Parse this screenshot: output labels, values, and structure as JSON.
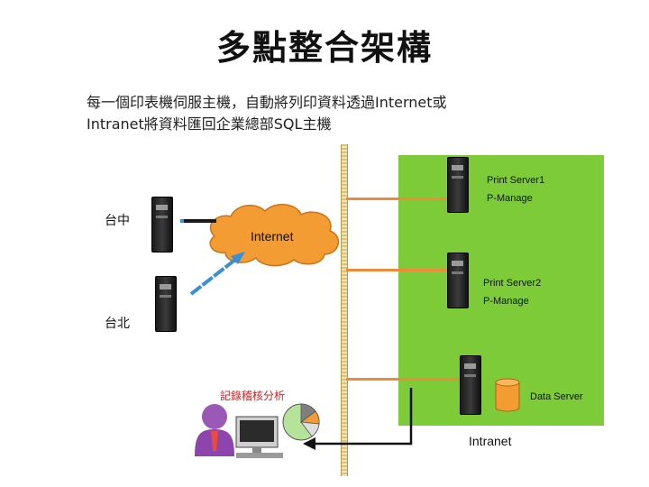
{
  "title": "多點整合架構",
  "description": {
    "line1": "每一個印表機伺服主機，自動將列印資料透過Internet或",
    "line2": "Intranet將資料匯回企業總部SQL主機"
  },
  "servers": {
    "print_server1": {
      "name": "Print Server1",
      "role": "P-Manage"
    },
    "print_server2": {
      "name": "Print Server2",
      "role": "P-Manage"
    },
    "data_server": "Data Server"
  },
  "sites": {
    "taichung": "台中",
    "taipei": "台北"
  },
  "cloud_label": "Internet",
  "network_label": "Intranet",
  "audit_label": "記錄稽核分析",
  "colors": {
    "zone": "#7ecb3a",
    "link": "#ee8a3a",
    "cloud": "#f39c34",
    "arrow": "#3a8fd6"
  }
}
